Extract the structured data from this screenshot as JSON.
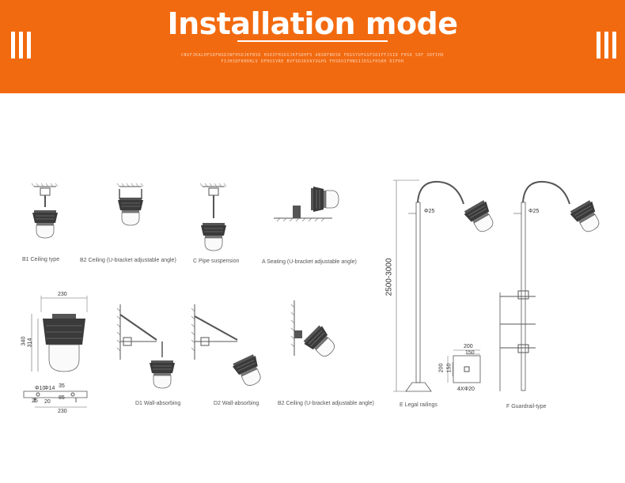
{
  "header": {
    "title": "Installation mode",
    "subtitle": "CNSFJKALHFSDFNSDJNFHSDJKFBSD HSDIFHSDIJKFSDHFS ABSDFBDSK FDGSYUFGSFSDIFFJSID FHSD SDF SDFIHDFIJHSDFKHDKLV DFHUIVRE BVFSDJKVAYUGHS FHSDUIFHNSIJDSLFHSKH DIFOH"
  },
  "captions": {
    "b1": "B1  Ceiling type",
    "b2": "B2  Ceiling (U-bracket adjustable angle)",
    "c": "C Pipe suspension",
    "a": "A  Seating (U-bracket adjustable angle)",
    "d1": "D1 Wall-absorbing",
    "d2": "D2 Wall-absorbing",
    "b2b": "B2  Ceiling (U-bracket adjustable angle)",
    "e": "E  Legal railings",
    "f": "F  Guardrail-type"
  },
  "dimensions": {
    "width_top": "230",
    "height_outer": "340",
    "height_inner": "314",
    "bolt": "Φ10",
    "hole": "Φ14",
    "flange": "35",
    "base_a": "25",
    "base_b": "85",
    "base_c": "20",
    "width_bottom": "230",
    "pole_height": "2500-3000",
    "pipe_e": "Φ25",
    "pipe_f": "Φ25",
    "plate_200": "200",
    "plate_150": "150",
    "plate_200_v": "200",
    "plate_150_v": "150",
    "anchor": "4XΦ20"
  },
  "icons": {
    "left": "triple-bar-icon",
    "right": "triple-bar-icon"
  },
  "colors": {
    "banner": "#f26a0f",
    "line": "#555555"
  }
}
